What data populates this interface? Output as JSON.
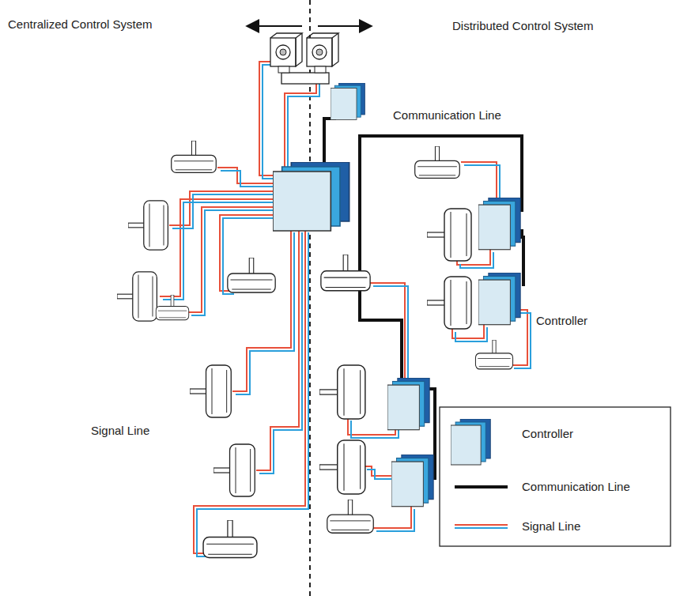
{
  "diagram": {
    "labels": [
      "Centralized Control System",
      "Distributed Control System",
      "Communication Line",
      "Controller",
      "Signal Line"
    ],
    "legend": [
      {
        "text": "Controller"
      },
      {
        "text": "Communication Line"
      },
      {
        "text": "Signal Line"
      }
    ]
  }
}
